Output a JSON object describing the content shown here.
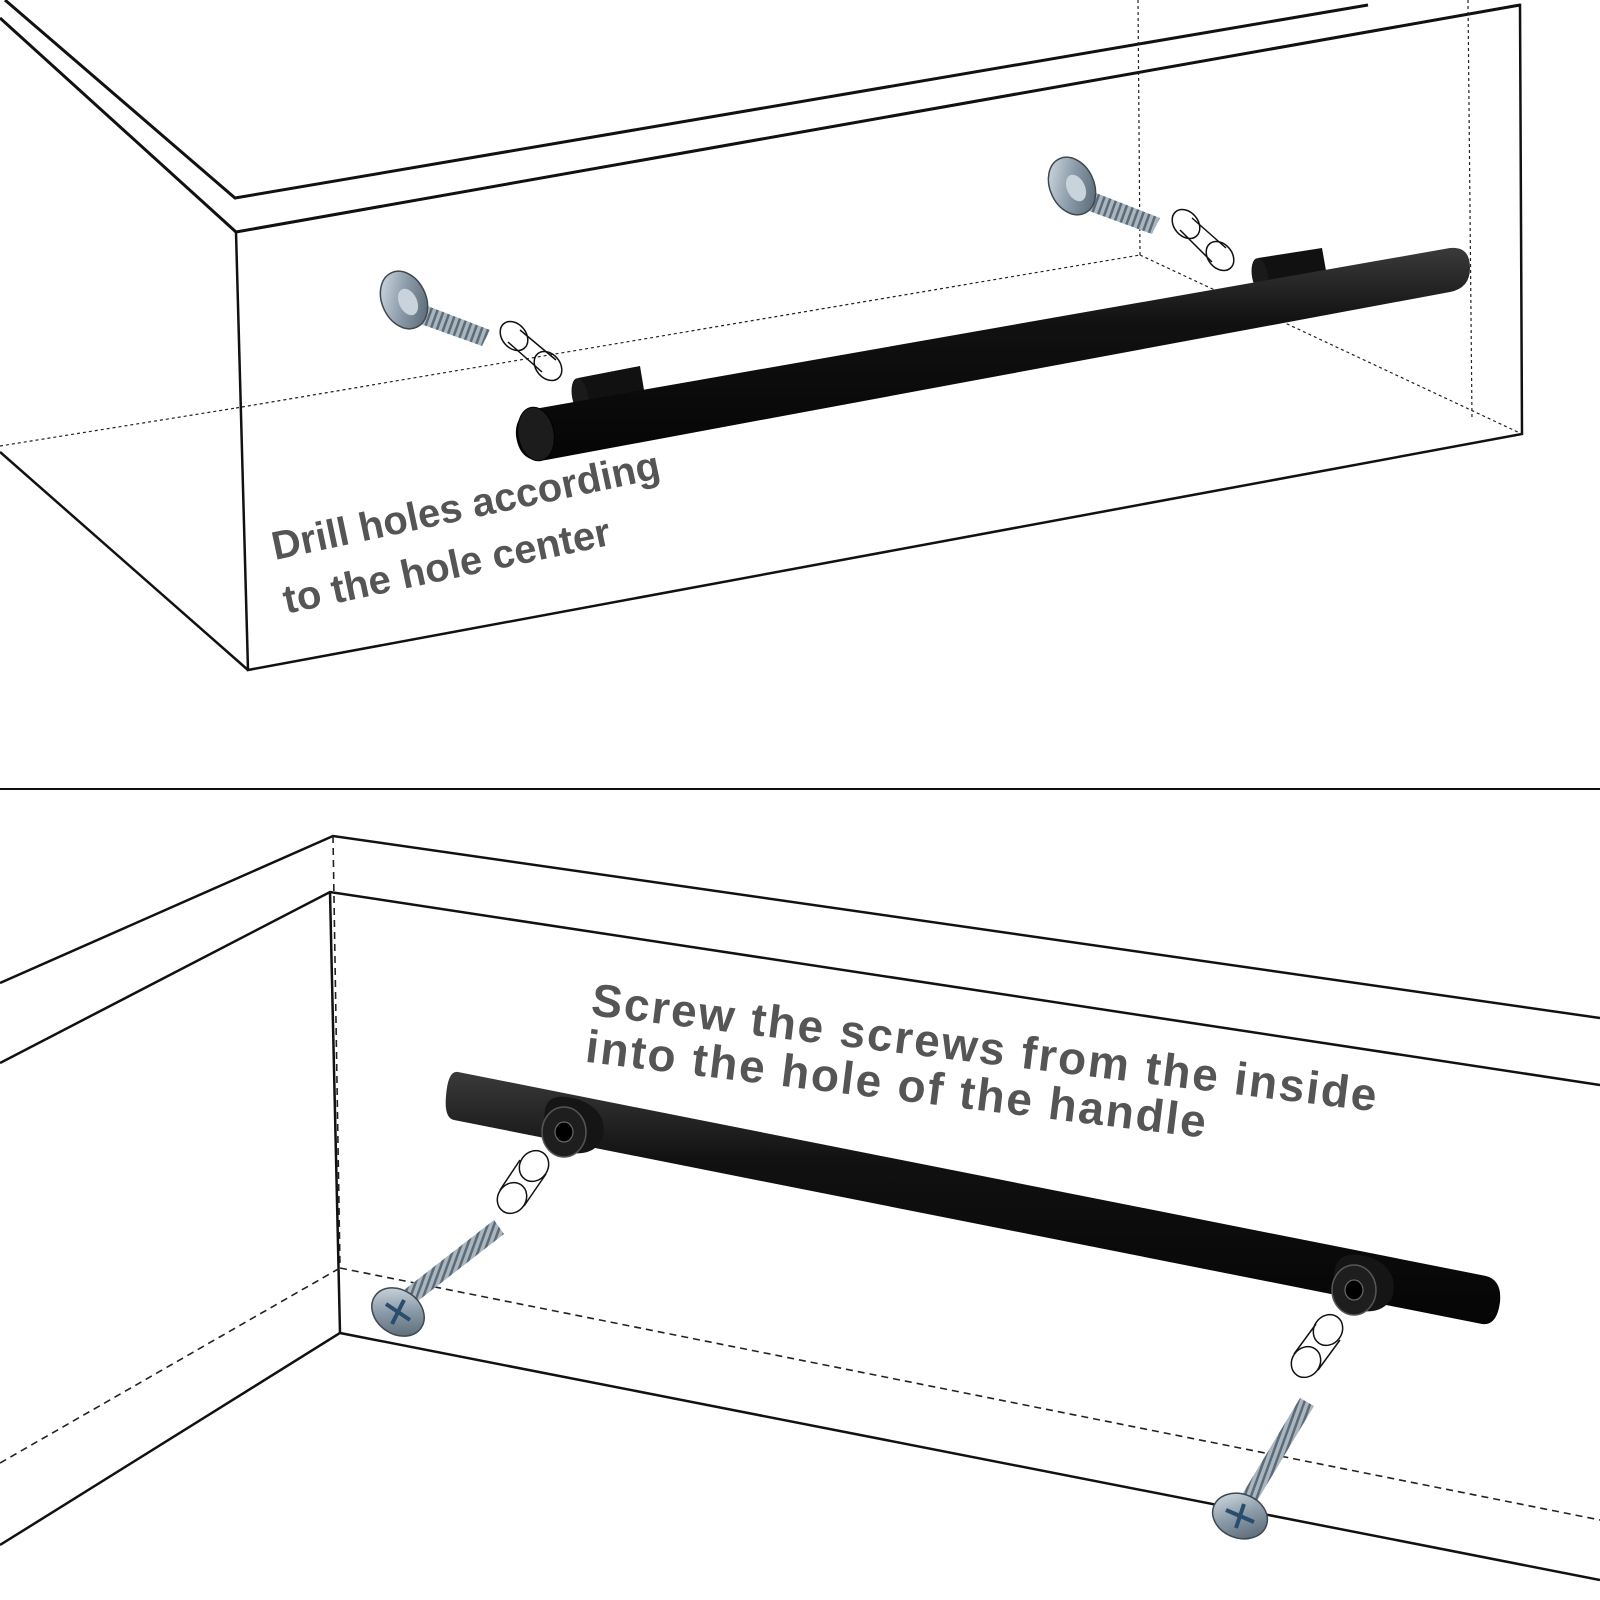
{
  "panels": [
    {
      "id": "step-drill",
      "caption_lines": [
        "Drill holes according",
        "to the hole center"
      ]
    },
    {
      "id": "step-screw",
      "caption_lines": [
        "Screw the screws  from the inside",
        "into the hole of the handle"
      ]
    }
  ],
  "colors": {
    "line": "#111111",
    "text": "#555555",
    "handle": "#0d0d0d",
    "screw_steel": "#8fa3b3",
    "background": "#ffffff"
  }
}
